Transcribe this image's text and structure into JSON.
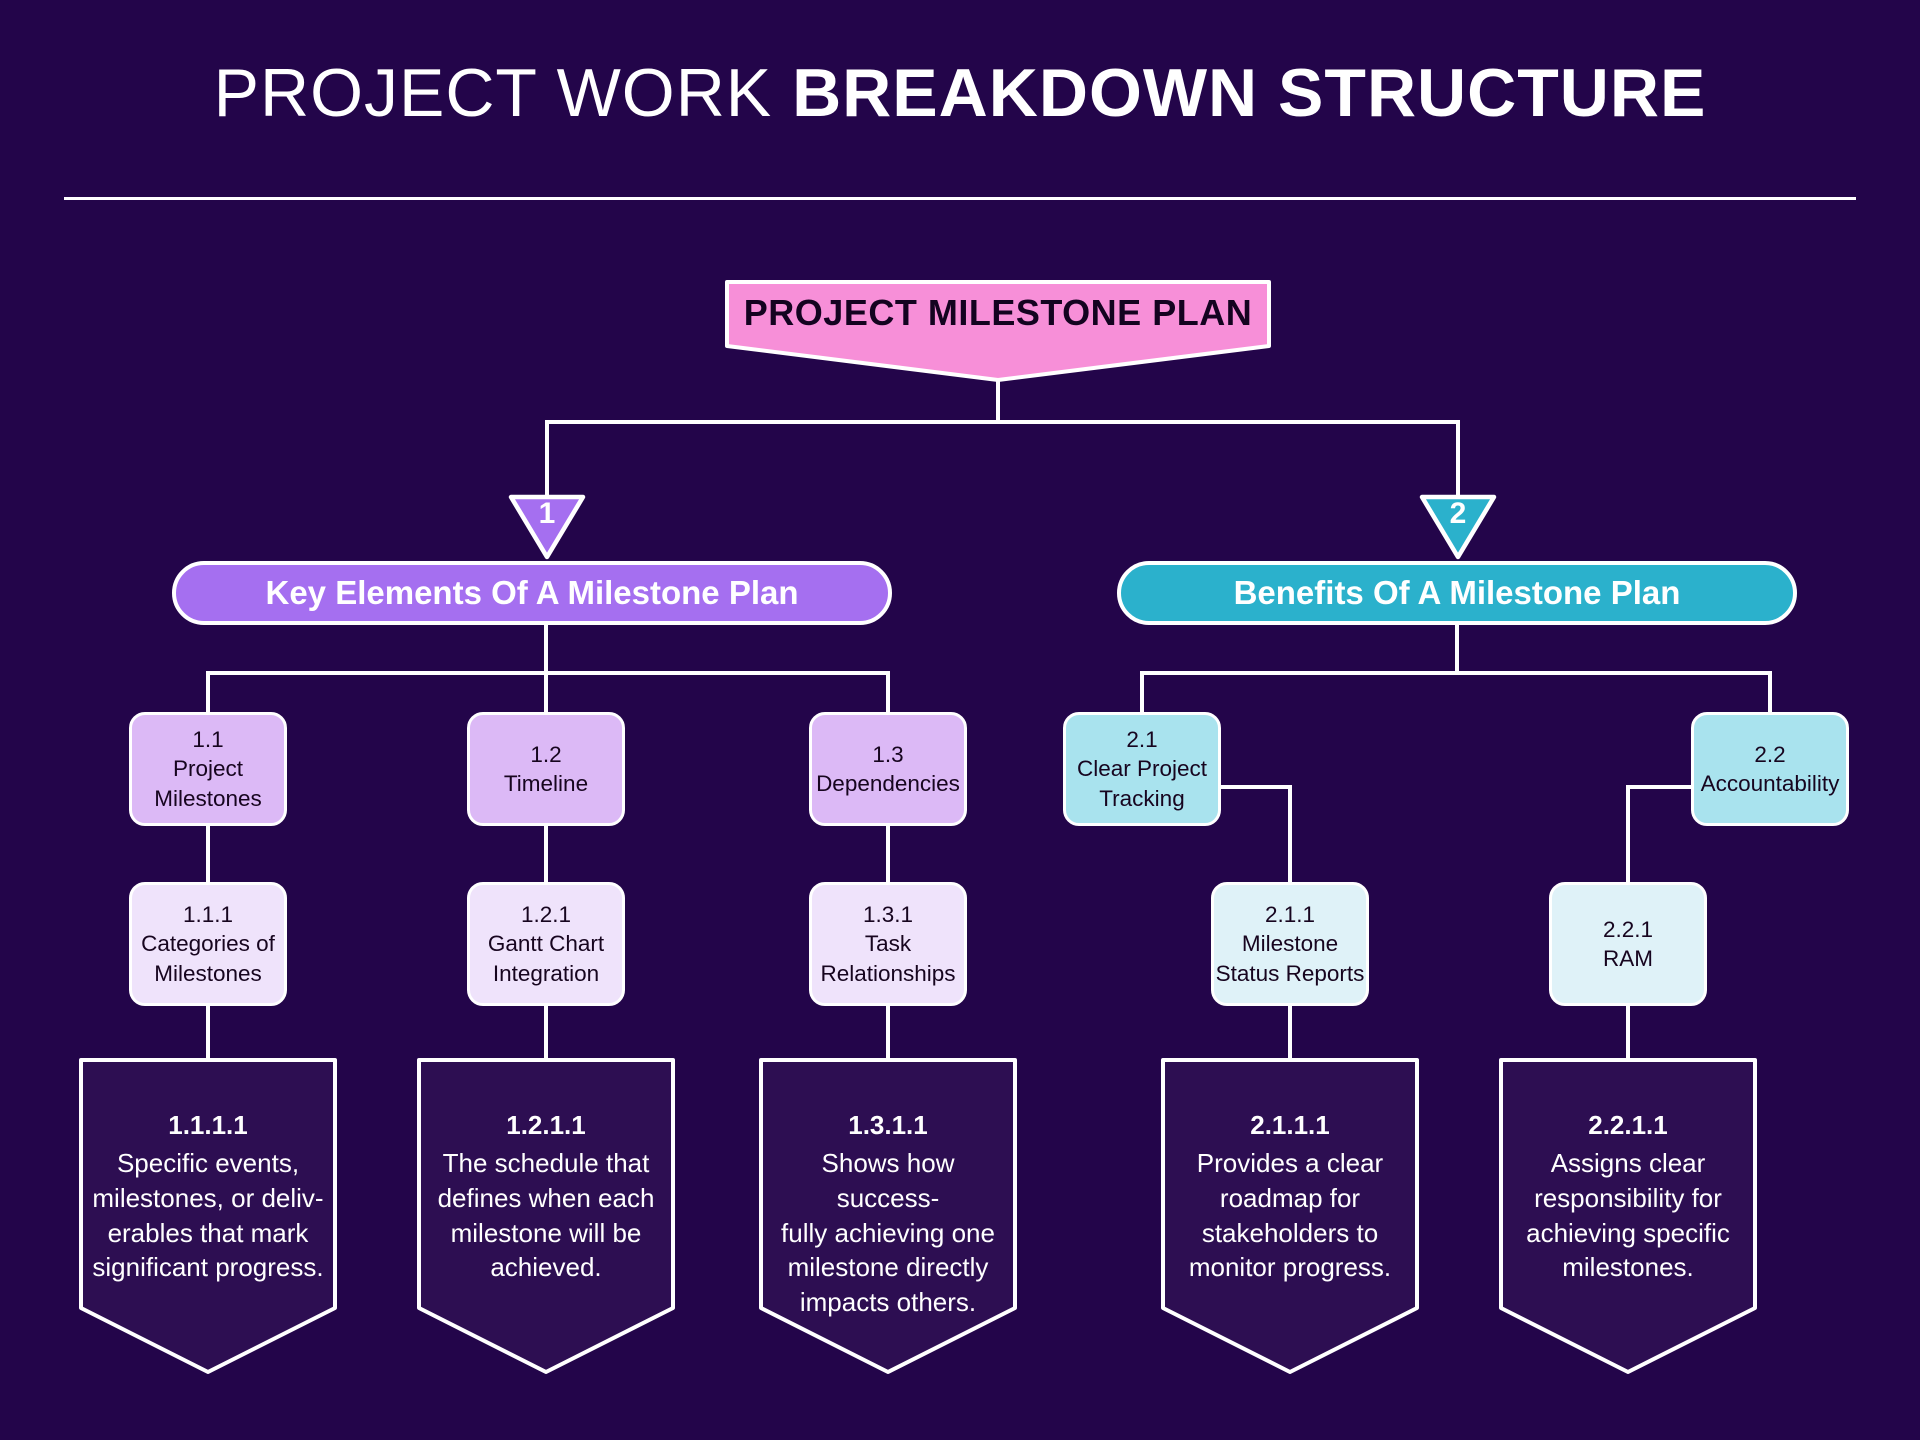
{
  "title": {
    "regular": "PROJECT WORK",
    "bold": "BREAKDOWN STRUCTURE"
  },
  "root": {
    "label": "PROJECT MILESTONE PLAN"
  },
  "branches": [
    {
      "number": "1",
      "header": "Key Elements Of A Milestone Plan"
    },
    {
      "number": "2",
      "header": "Benefits Of A Milestone Plan"
    }
  ],
  "columns": [
    {
      "level2": "1.1\nProject\nMilestones",
      "level3": "1.1.1\nCategories of\nMilestones",
      "level4_code": "1.1.1.1",
      "level4_text": "Specific events,\nmilestones, or deliv-\nerables that mark\nsignificant progress."
    },
    {
      "level2": "1.2\nTimeline",
      "level3": "1.2.1\nGantt Chart\nIntegration",
      "level4_code": "1.2.1.1",
      "level4_text": "The schedule that\ndefines when each\nmilestone will be\nachieved."
    },
    {
      "level2": "1.3\nDependencies",
      "level3": "1.3.1\nTask\nRelationships",
      "level4_code": "1.3.1.1",
      "level4_text": "Shows how success-\nfully achieving one\nmilestone directly\nimpacts others."
    },
    {
      "level2": "2.1\nClear Project\nTracking",
      "level3": "2.1.1\nMilestone\nStatus Reports",
      "level4_code": "2.1.1.1",
      "level4_text": "Provides a clear\nroadmap for\nstakeholders to\nmonitor progress."
    },
    {
      "level2": "2.2\nAccountability",
      "level3": "2.2.1\nRAM",
      "level4_code": "2.2.1.1",
      "level4_text": "Assigns clear\nresponsibility for\nachieving specific\nmilestones."
    }
  ],
  "colors": {
    "background": "#23054A",
    "pink": "#F78FD8",
    "purple": "#A56FF0",
    "purple_light": "#DCB9F6",
    "purple_pale": "#EFE3FB",
    "teal": "#2BB1CC",
    "teal_light": "#A9E3EE",
    "teal_pale": "#DFF2F8",
    "line": "#FFFFFF",
    "pennant_fill": "#2D0E52"
  }
}
